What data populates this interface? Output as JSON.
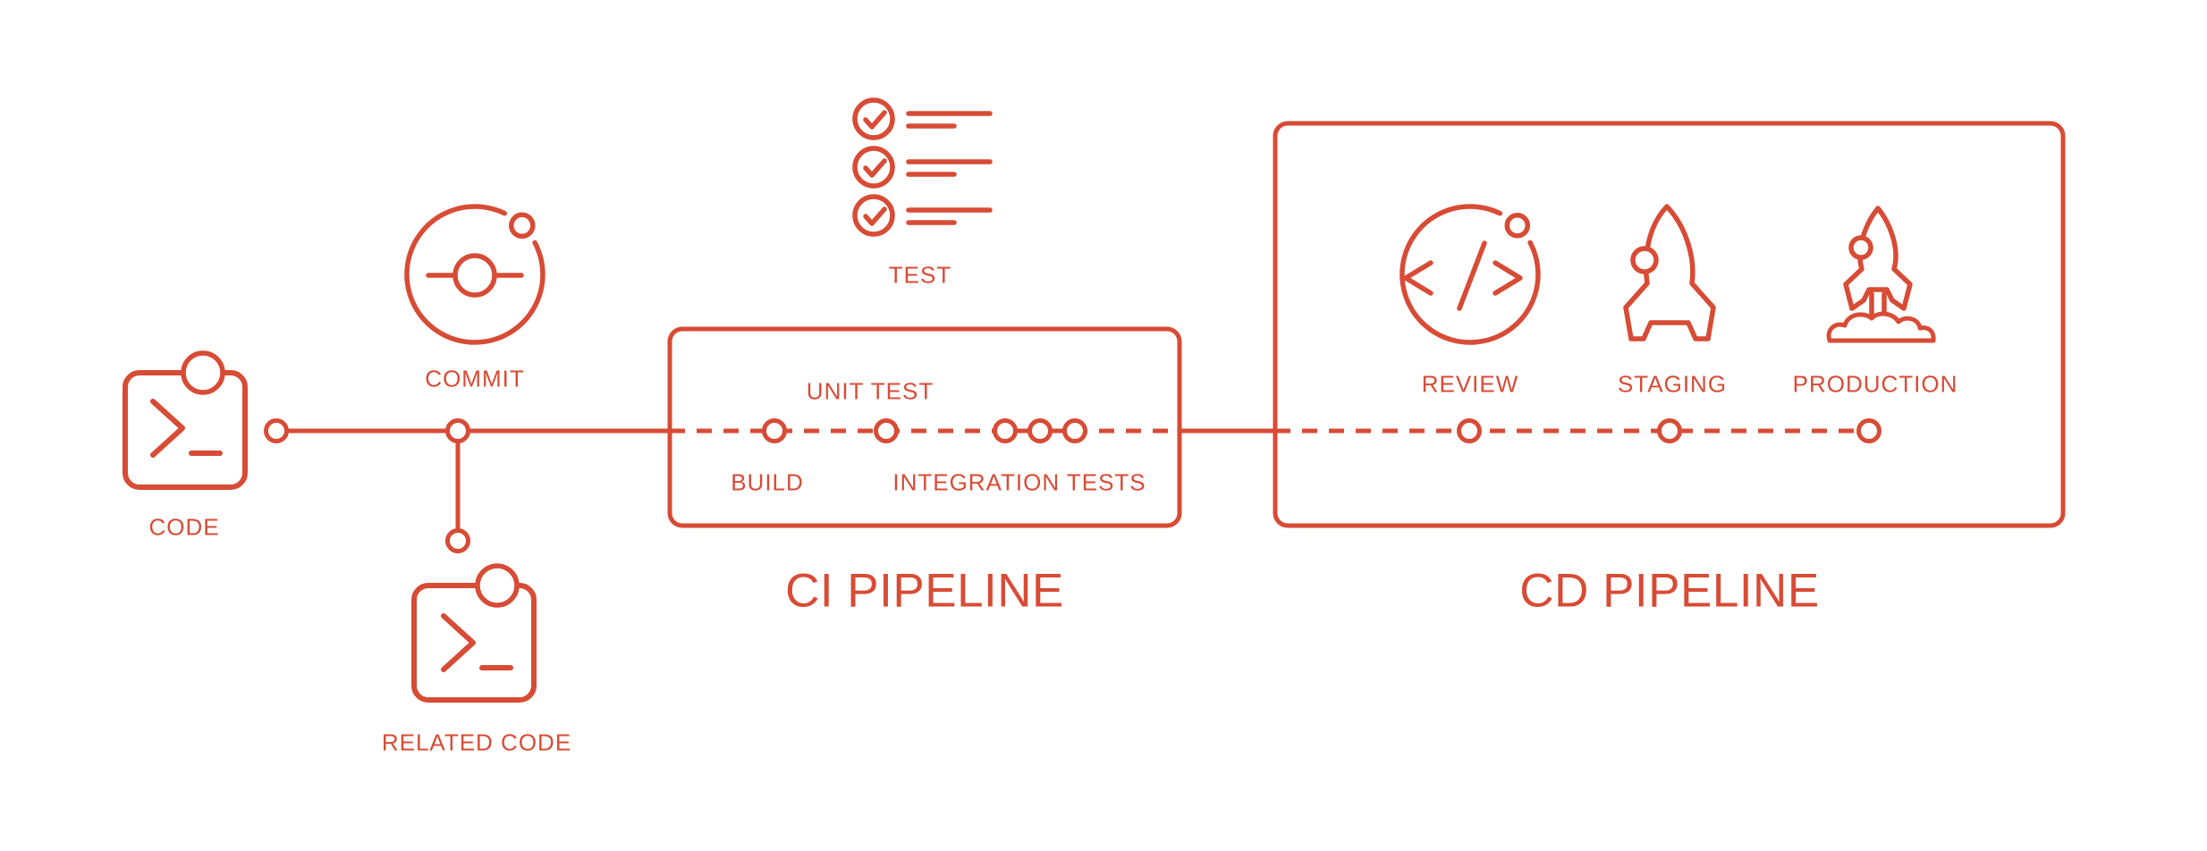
{
  "theme": {
    "accent": "#D84B35",
    "canvas_bg": "#FFFFFF"
  },
  "stages": {
    "code": "CODE",
    "commit": "COMMIT",
    "related_code": "RELATED CODE",
    "test": "TEST"
  },
  "ci_pipeline": {
    "title": "CI PIPELINE",
    "build": "BUILD",
    "unit_test": "UNIT TEST",
    "integration_tests": "INTEGRATION TESTS"
  },
  "cd_pipeline": {
    "title": "CD PIPELINE",
    "review": "REVIEW",
    "staging": "STAGING",
    "production": "PRODUCTION"
  },
  "icons": {
    "code": "terminal-icon",
    "commit": "git-commit-icon",
    "related_code": "terminal-icon",
    "test": "checklist-icon",
    "review": "code-review-icon",
    "staging": "rocket-icon",
    "production": "rocket-launch-icon"
  }
}
